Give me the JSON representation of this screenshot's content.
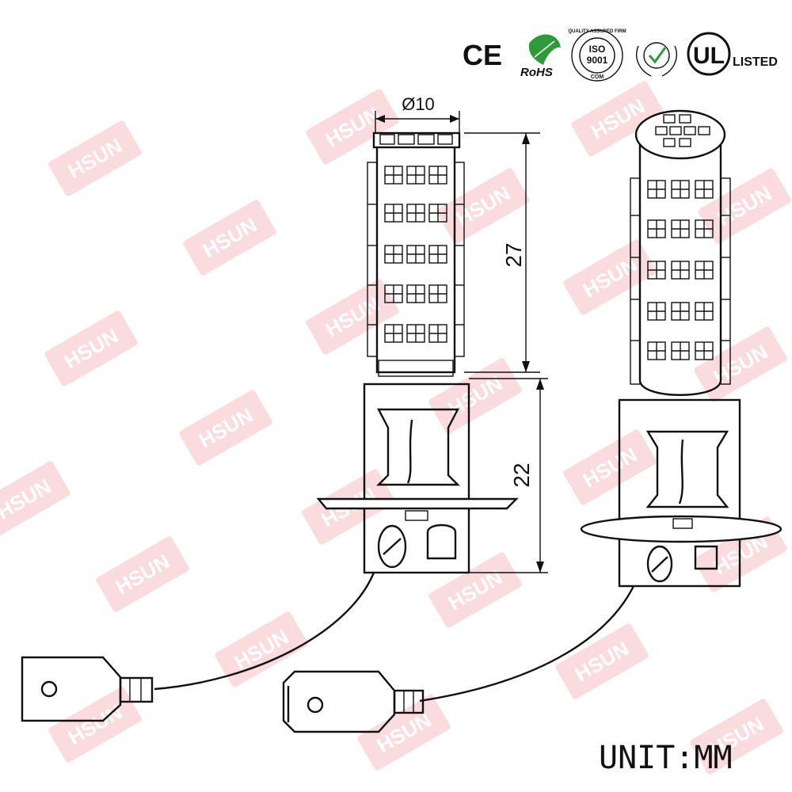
{
  "watermark": {
    "text": "HSUN",
    "color": "#e85a6a"
  },
  "certifications": {
    "ce": "CE",
    "rohs": "RoHS",
    "iso_ring": "QUALITY ASSURED FIRM",
    "iso_top": "ISO",
    "iso_mid": "9001",
    "iso_bottom": "COM",
    "ul": "UL",
    "ul_listed": "LISTED",
    "rohs_color": "#2f9a3a"
  },
  "dimensions": {
    "diameter": "Ø10",
    "top_length": "27",
    "base_length": "22"
  },
  "unit": "UNIT:MM"
}
